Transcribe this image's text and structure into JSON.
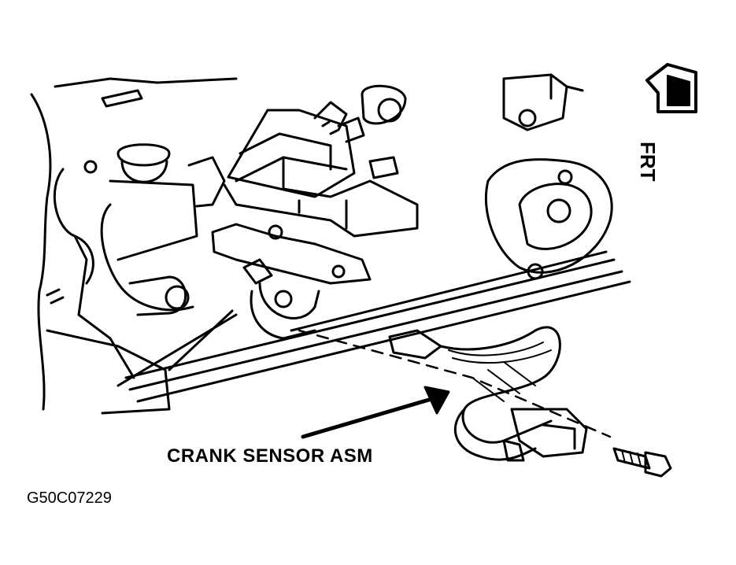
{
  "diagram": {
    "callout_label": "CRANK SENSOR ASM",
    "figure_id": "G50C07229",
    "direction_label": "FRT",
    "icons": [
      "front-direction-arrow-icon",
      "bolt-icon",
      "crank-sensor-icon"
    ],
    "line_color": "#000000",
    "background_color": "#ffffff"
  }
}
